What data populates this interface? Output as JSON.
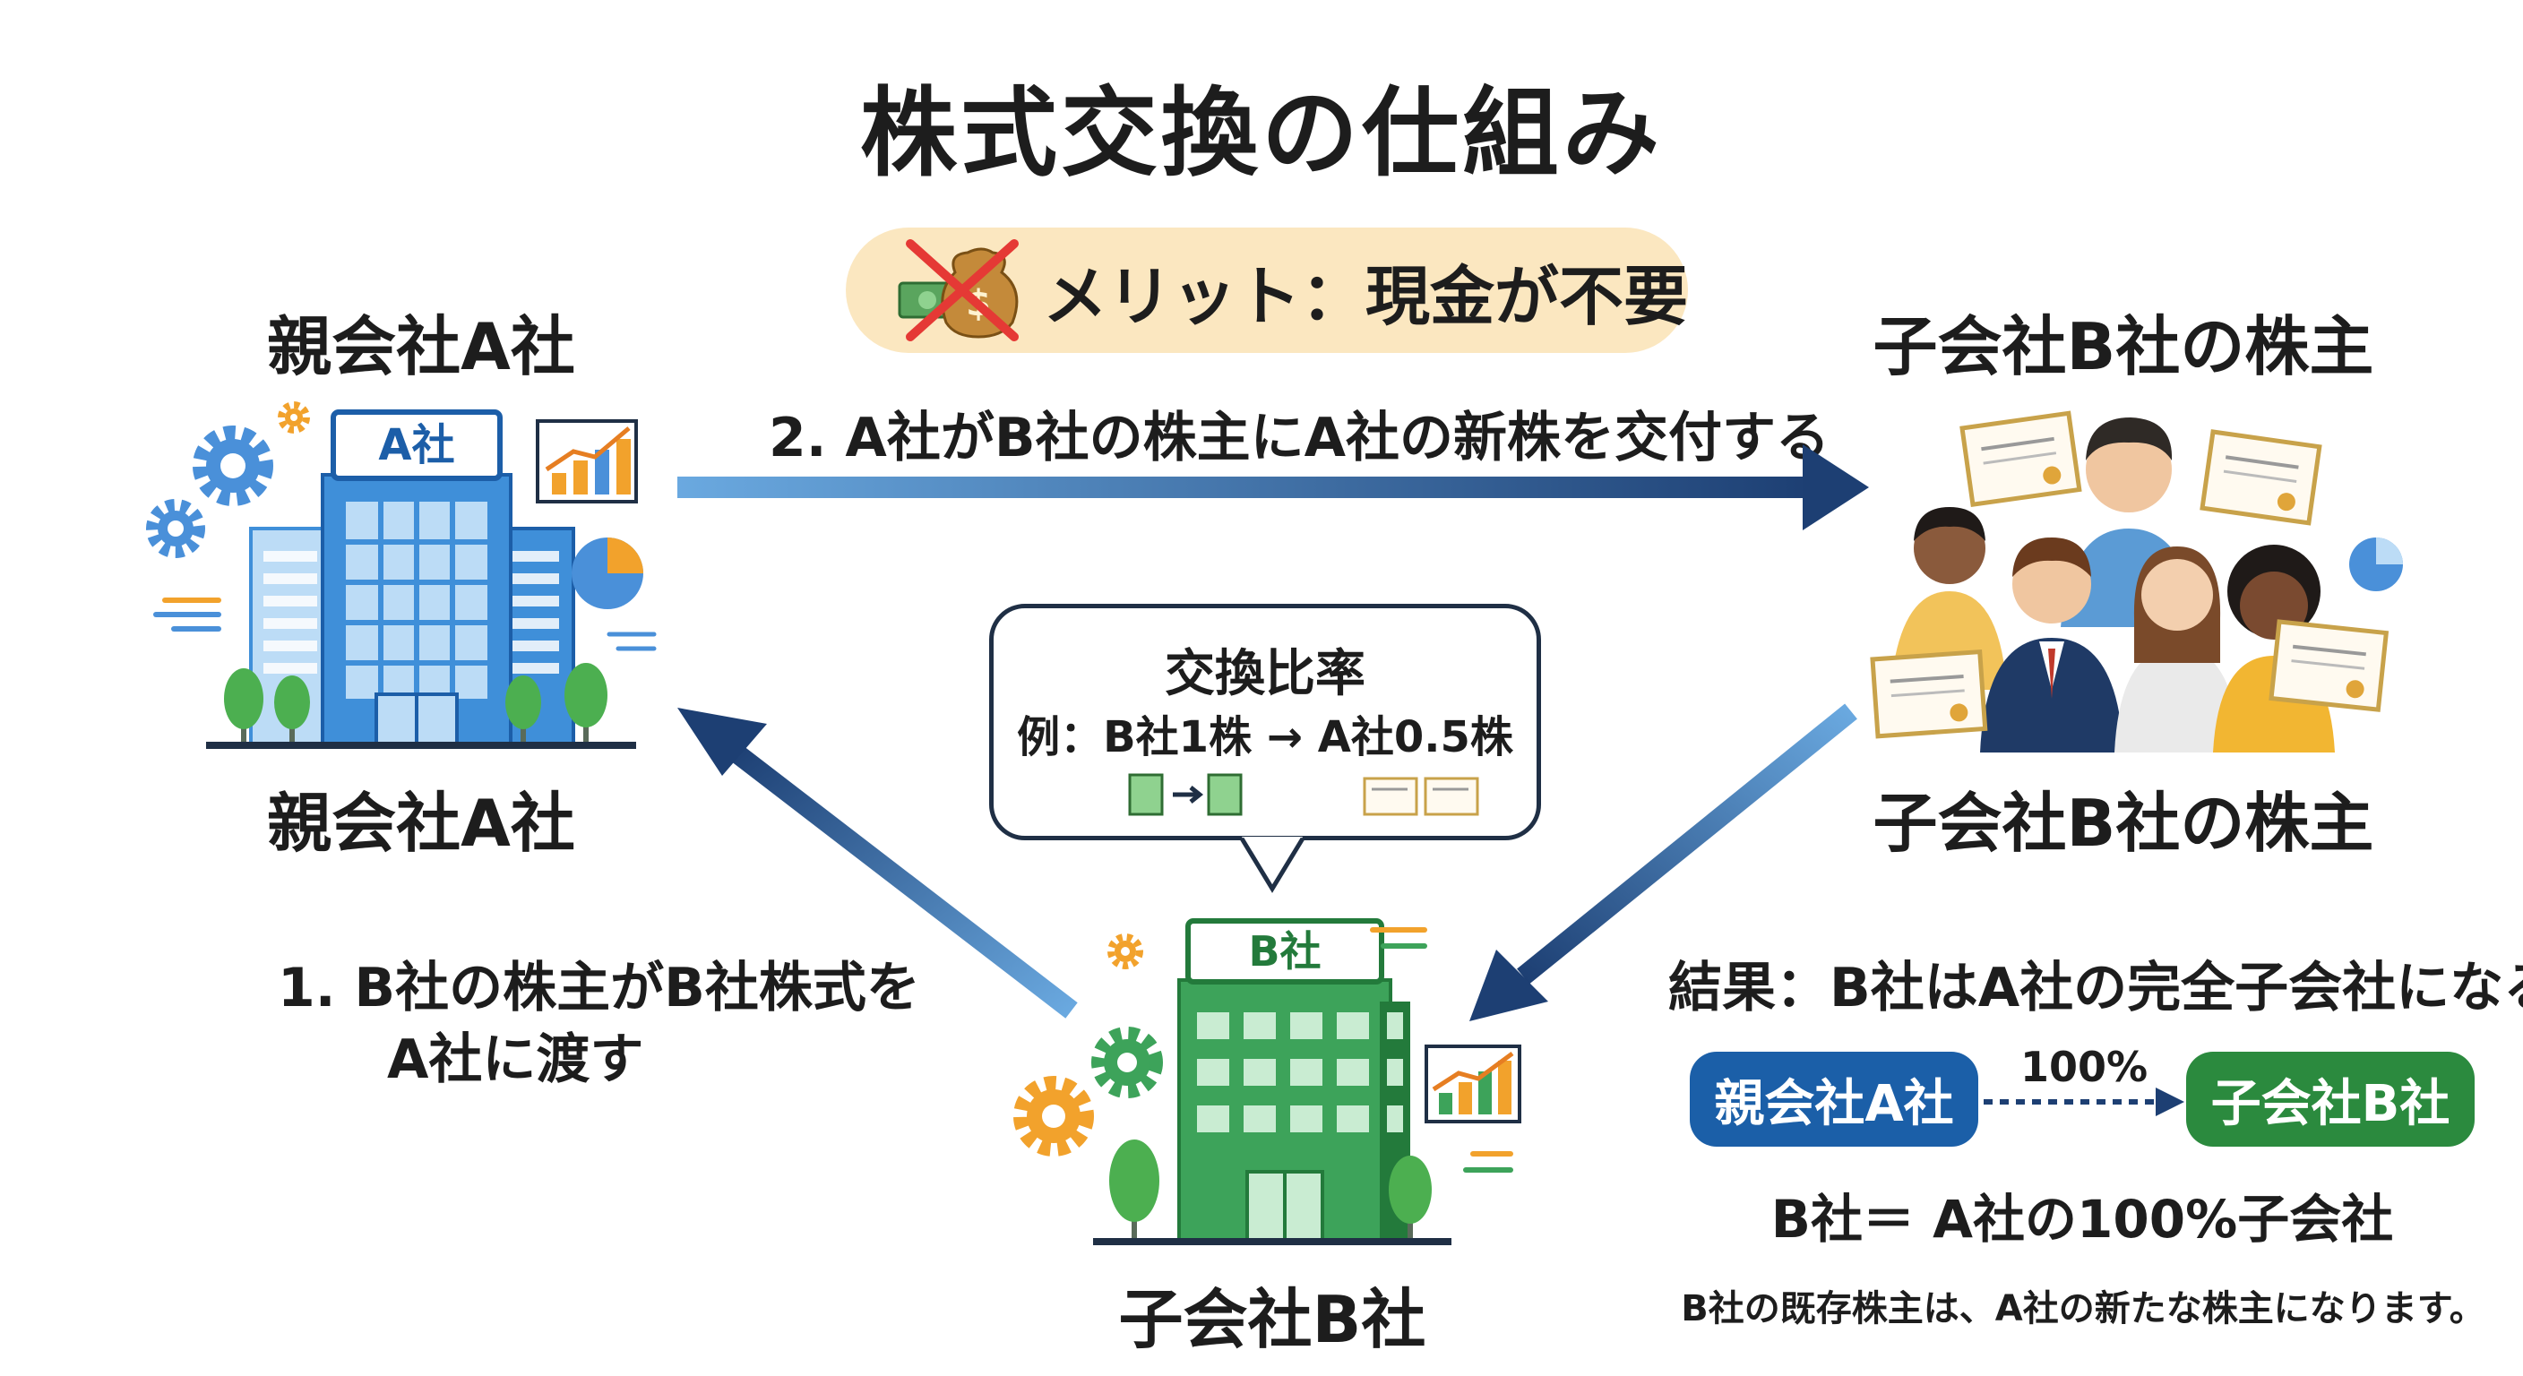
{
  "title": "株式交換の仕組み",
  "merit": {
    "label": "メリット：現金が不要",
    "icon": "no-cash-icon"
  },
  "parent": {
    "top_label": "親会社A社",
    "bottom_label": "親会社A社",
    "sign": "A社",
    "colors": {
      "main": "#3f8fd9",
      "dark": "#1c5ea8",
      "light": "#bcdcf6"
    }
  },
  "shareholders": {
    "top_label": "子会社B社の株主",
    "bottom_label": "子会社B社の株主"
  },
  "child": {
    "bottom_label": "子会社B社",
    "sign": "B社",
    "colors": {
      "main": "#3da35a",
      "dark": "#237a3b",
      "light": "#c9ecd2"
    }
  },
  "steps": {
    "step1_line1": "1. B社の株主がB社株式を",
    "step1_line2": "A社に渡す",
    "step2": "2. A社がB社の株主にA社の新株を交付する"
  },
  "exchange_ratio": {
    "title": "交換比率",
    "example": "例：B社1株 → A社0.5株"
  },
  "result": {
    "heading": "結果：B社はA社の完全子会社になる",
    "parent_pill": "親会社A社",
    "child_pill": "子会社B社",
    "percent": "100%",
    "equation": "B社＝ A社の100%子会社",
    "note": "B社の既存株主は、A社の新たな株主になります。"
  },
  "accent_colors": {
    "arrow_dark": "#1d3f73",
    "arrow_light": "#6aa9e0",
    "gear_orange": "#f2a22c",
    "gear_blue": "#4a90d9"
  }
}
